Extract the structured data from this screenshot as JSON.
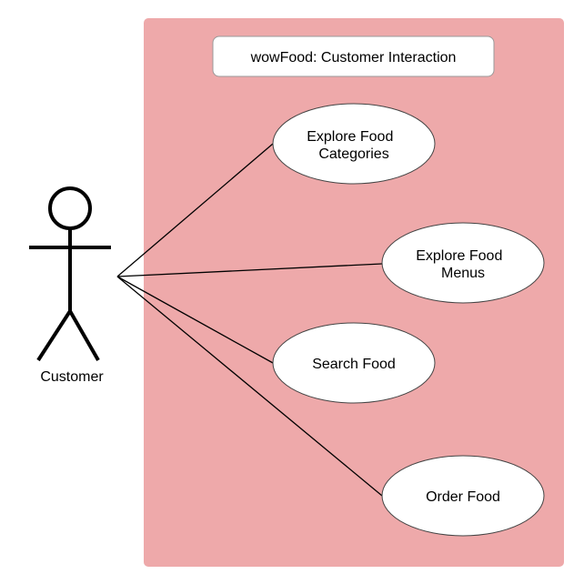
{
  "system": {
    "title": "wowFood: Customer Interaction",
    "fill": "#eea9aa",
    "title_box_fill": "#ffffff"
  },
  "actor": {
    "name": "Customer",
    "icon": "stick-figure-icon"
  },
  "use_cases": [
    {
      "lines": [
        "Explore Food",
        "Categories"
      ]
    },
    {
      "lines": [
        "Explore Food",
        "Menus"
      ]
    },
    {
      "lines": [
        "Search Food"
      ]
    },
    {
      "lines": [
        "Order Food"
      ]
    }
  ],
  "colors": {
    "stroke": "#000000",
    "usecase_fill": "#ffffff"
  }
}
